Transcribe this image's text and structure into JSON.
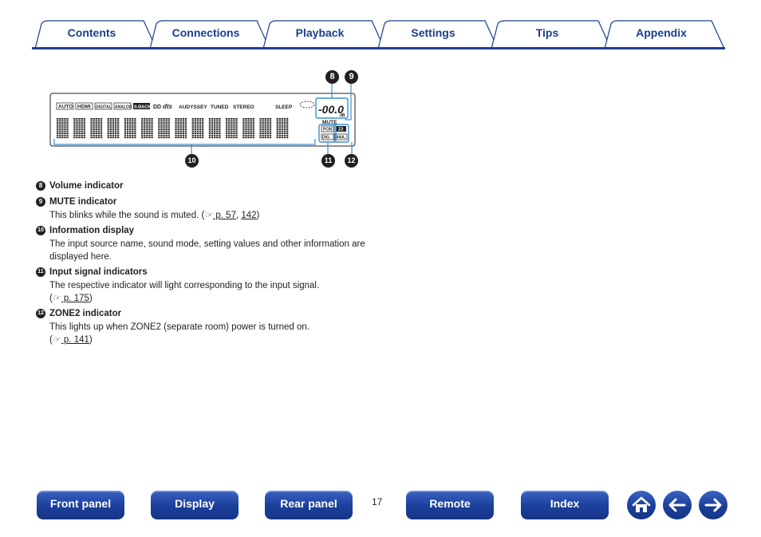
{
  "tabs": [
    {
      "label": "Contents"
    },
    {
      "label": "Connections"
    },
    {
      "label": "Playback"
    },
    {
      "label": "Settings"
    },
    {
      "label": "Tips"
    },
    {
      "label": "Appendix"
    }
  ],
  "display": {
    "indicators": [
      "AUTO",
      "HDMI",
      "DIGITAL",
      "ANALOG",
      "S.BACK",
      "DD",
      "dts",
      "AUDYSSEY",
      "TUNED",
      "STEREO",
      "SLEEP"
    ],
    "volume_readout": "-00.0",
    "volume_unit": "dB",
    "mute_label": "MUTE",
    "pcm_label": "PCM",
    "z2_label": "Z2",
    "dig_label": "DIG.",
    "ana_label": "ANA.",
    "callouts": {
      "c8": "8",
      "c9": "9",
      "c10": "10",
      "c11": "11",
      "c12": "12"
    }
  },
  "items": [
    {
      "num": "8",
      "title": "Volume indicator"
    },
    {
      "num": "9",
      "title": "MUTE indicator",
      "desc": "This blinks while the sound is muted.  (",
      "ref1": " p. 57",
      "sep": ",  ",
      "ref2": "142",
      "close": ")"
    },
    {
      "num": "10",
      "title": "Information display",
      "desc": "The input source name, sound mode, setting values and other information are displayed here."
    },
    {
      "num": "11",
      "title": "Input signal indicators",
      "desc": "The respective indicator will light corresponding to the input signal.",
      "open": "(",
      "ref1": " p. 175",
      "close": ")"
    },
    {
      "num": "12",
      "title": "ZONE2 indicator",
      "desc": "This lights up when ZONE2 (separate room) power is turned on.",
      "open": "(",
      "ref1": " p. 141",
      "close": ")"
    }
  ],
  "page_number": "17",
  "bottom_nav": {
    "front_panel": "Front panel",
    "display": "Display",
    "rear_panel": "Rear panel",
    "remote": "Remote",
    "index": "Index"
  },
  "icons": {
    "home": "home-icon",
    "back": "arrow-left-icon",
    "forward": "arrow-right-icon",
    "ref": "pointing-hand-icon"
  },
  "colors": {
    "accent": "#1b3f8b",
    "highlight": "#3c8fd0"
  }
}
